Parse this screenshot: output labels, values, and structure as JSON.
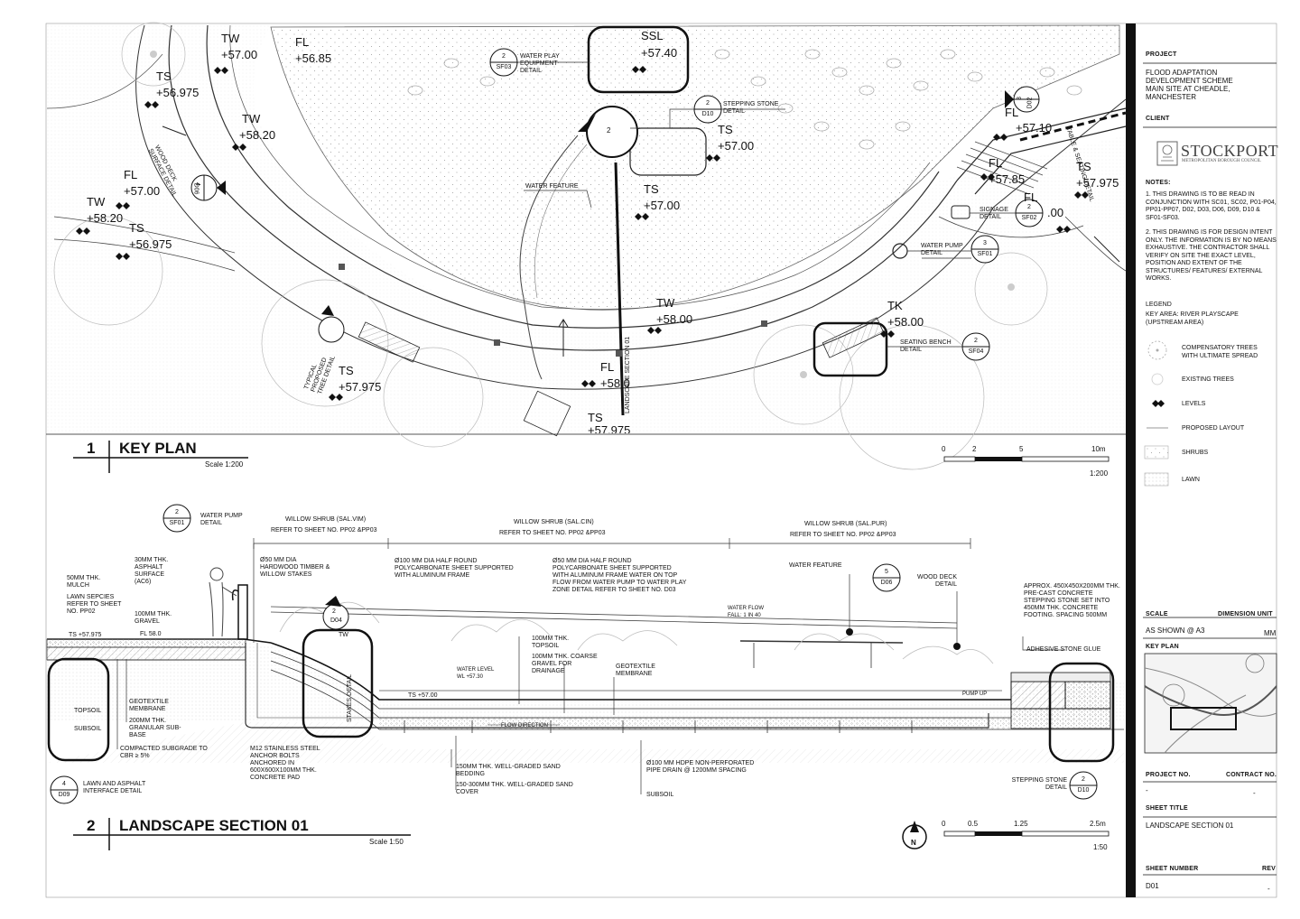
{
  "key_plan": {
    "number": "1",
    "title": "KEY PLAN",
    "scale": "Scale 1:200",
    "scalebar": {
      "ticks": [
        "0",
        "2",
        "5",
        "10m"
      ],
      "ratio": "1:200"
    },
    "levels": [
      {
        "code": "TW",
        "value": "+57.00"
      },
      {
        "code": "FL",
        "value": "+56.85"
      },
      {
        "code": "TS",
        "value": "+56.975"
      },
      {
        "code": "TW",
        "value": "+58.20"
      },
      {
        "code": "FL",
        "value": "+57.00"
      },
      {
        "code": "TW",
        "value": "+58.20"
      },
      {
        "code": "TS",
        "value": "+56.975"
      },
      {
        "code": "SSL",
        "value": "+57.40"
      },
      {
        "code": "TS",
        "value": "+57.00"
      },
      {
        "code": "TS",
        "value": "+57.00"
      },
      {
        "code": "TW",
        "value": "+58.00"
      },
      {
        "code": "TK",
        "value": "+58.00"
      },
      {
        "code": "TS",
        "value": "+57.975"
      },
      {
        "code": "FL",
        "value": "+58.0"
      },
      {
        "code": "TS",
        "value": "+57.975"
      },
      {
        "code": "FL",
        "value": "+57.10"
      },
      {
        "code": "FL",
        "value": "+57.85"
      },
      {
        "code": "TS",
        "value": "+57.975"
      },
      {
        "code": "FL",
        "value": ".00"
      }
    ],
    "callouts": {
      "water_play": {
        "label": "WATER PLAY EQUIPMENT DETAIL",
        "num": "2",
        "ref": "SF03"
      },
      "stepping_stone": {
        "label": "STEPPING STONE DETAIL",
        "num": "2",
        "ref": "D10"
      },
      "water_feature": "WATER FEATURE",
      "signage": {
        "label": "SIGNAGE DETAIL",
        "num": "2",
        "ref": "SF02"
      },
      "water_pump": {
        "label": "WATER PUMP DETAIL",
        "num": "3",
        "ref": "SF01"
      },
      "seating": {
        "label": "SEATING BENCH DETAIL",
        "num": "2",
        "ref": "SF04"
      },
      "wood_deck": {
        "label": "WOOD DECK SURFACE DETAIL",
        "num": "4",
        "ref": "D06"
      },
      "tree": "TYPICAL PROPOSED TREE DETAIL",
      "section": "LANDSCAPE SECTION 01",
      "table": "TABLE & SEATING DETAIL",
      "top_marker": {
        "num": "3",
        "ref": "D02"
      },
      "section_marker": {
        "num": "2"
      }
    }
  },
  "section": {
    "number": "2",
    "title": "LANDSCAPE SECTION 01",
    "scale": "Scale 1:50",
    "scalebar": {
      "ticks": [
        "0",
        "0.5",
        "1.25",
        "2.5m"
      ],
      "ratio": "1:50"
    },
    "north": "N",
    "labels": {
      "water_pump": {
        "label": "WATER PUMP DETAIL",
        "num": "2",
        "ref": "SF01"
      },
      "willow1": "WILLOW SHRUB (SAL.VIM)",
      "willow1_ref": "REFER TO SHEET NO. PP02 &PP03",
      "willow2": "WILLOW SHRUB (SAL.CIN)",
      "willow2_ref": "REFER TO SHEET NO. PP02 &PP03",
      "willow3": "WILLOW SHRUB (SAL.PUR)",
      "willow3_ref": "REFER TO SHEET NO. PP02 &PP03",
      "mulch": "50MM THK. MULCH",
      "asphalt": "30MM THK. ASPHALT SURFACE (AC6)",
      "lawn": "LAWN SEPCIES REFER TO SHEET NO. PP02",
      "gravel": "100MM THK. GRAVEL",
      "stakes": "Ø50 MM DIA HARDWOOD TIMBER & WILLOW STAKES",
      "half_round_100": "Ø100 MM DIA HALF ROUND POLYCARBONATE SHEET SUPPORTED WITH ALUMINUM FRAME",
      "half_round_50": "Ø50 MM DIA HALF ROUND POLYCARBONATE SHEET SUPPORTED WITH ALUMINUM FRAME WATER ON TOP FLOW FROM WATER PUMP TO WATER PLAY ZONE DETAIL REFER TO SHEET NO. D03",
      "water_feature": "WATER FEATURE",
      "wood_deck": {
        "label": "WOOD DECK DETAIL",
        "num": "5",
        "ref": "D06"
      },
      "stone": "APPROX. 450X450X200MM THK. PRE-CAST CONCRETE STEPPING STONE SET INTO 450MM THK. CONCRETE FOOTING. SPACING 500MM",
      "glue": "ADHESIVE STONE GLUE",
      "water_flow": "WATER FLOW FALL: 1 IN 40",
      "topsoil_100": "100MM THK. TOPSOIL",
      "coarse": "100MM THK. COARSE GRAVEL FOR DRAINAGE",
      "geotextile_r": "GEOTEXTILE MEMBRANE",
      "water_level": "WATER LEVEL WL +57.30",
      "ts": "TS +57.00",
      "ts_left": "TS +57.975",
      "fl_left": "FL 58.0",
      "topsoil": "TOPSOIL",
      "subsoil": "SUBSOIL",
      "geotextile_l": "GEOTEXTILE MEMBRANE",
      "granular": "200MM THK. GRANULAR SUB-BASE",
      "subgrade": "COMPACTED SUBGRADE TO CBR ≥ 5%",
      "lawn_asphalt": {
        "label": "LAWN AND ASPHALT INTERFACE DETAIL",
        "num": "4",
        "ref": "D09"
      },
      "anchor": "M12 STAINLESS STEEL ANCHOR BOLTS ANCHORED IN 600X600X100MM THK. CONCRETE PAD",
      "sand_bed": "150MM THK. WELL-GRADED SAND BEDDING",
      "sand_cover": "150-300MM THK. WELL-GRADED SAND COVER",
      "hdpe": "Ø100 MM HDPE NON-PERFORATED PIPE DRAIN @ 1200MM SPACING",
      "subsoil2": "SUBSOIL",
      "stepping": {
        "label": "STEPPING STONE DETAIL",
        "num": "2",
        "ref": "D10"
      },
      "flow_direction": "FLOW DIRECTION",
      "pump_up": "PUMP UP",
      "stakes_detail": "STAKES DETAIL",
      "tw": "TW",
      "tree_marker": {
        "num": "2",
        "ref": "D04"
      }
    }
  },
  "title_block": {
    "project_head": "PROJECT",
    "project": [
      "FLOOD ADAPTATION",
      "DEVELOPMENT SCHEME",
      "MAIN SITE AT CHEADLE,",
      "MANCHESTER"
    ],
    "client_head": "CLIENT",
    "client_name": "STOCKPORT",
    "client_sub": "METROPOLITAN BOROUGH COUNCIL",
    "notes_head": "NOTES:",
    "note1": [
      "1. THIS DRAWING IS TO BE READ IN",
      "CONJUNCTION WITH SC01, SC02, P01-P04,",
      "PP01-PP07, D02, D03, D06, D09, D10 &",
      "SF01-SF03."
    ],
    "note2": [
      "2. THIS DRAWING IS FOR DESIGN INTENT",
      "ONLY. THE INFORMATION IS BY NO MEANS",
      "EXHAUSTIVE. THE CONTRACTOR SHALL",
      "VERIFY ON SITE THE EXACT LEVEL,",
      "POSITION AND EXTENT OF THE",
      "STRUCTURES/ FEATURES/ EXTERNAL",
      "WORKS."
    ],
    "legend_head": "LEGEND",
    "key_area": [
      "KEY AREA: RIVER PLAYSCAPE",
      "(UPSTREAM AREA)"
    ],
    "legend": [
      {
        "label": [
          "COMPENSATORY TREES",
          "WITH ULTIMATE SPREAD"
        ]
      },
      {
        "label": [
          "EXISTING TREES"
        ]
      },
      {
        "label": [
          "LEVELS"
        ]
      },
      {
        "label": [
          "PROPOSED LAYOUT"
        ]
      },
      {
        "label": [
          "SHRUBS"
        ]
      },
      {
        "label": [
          "LAWN"
        ]
      }
    ],
    "scale_head": "SCALE",
    "dim_head": "DIMENSION UNIT",
    "scale": "AS SHOWN @ A3",
    "dim": "MM",
    "keyplan_head": "KEY PLAN",
    "project_no_head": "PROJECT NO.",
    "contract_no_head": "CONTRACT NO.",
    "project_no": "-",
    "contract_no": "-",
    "sheet_title_head": "SHEET TITLE",
    "sheet_title": "LANDSCAPE SECTION 01",
    "sheet_number_head": "SHEET NUMBER",
    "rev_head": "REV",
    "sheet_number": "D01",
    "rev": "-"
  }
}
